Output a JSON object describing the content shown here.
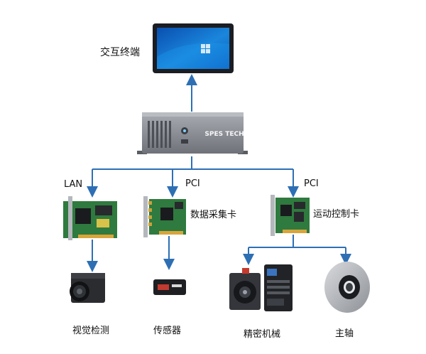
{
  "labels": {
    "terminal": "交互终端",
    "ipc_brand": "SPES TECH",
    "lan": "LAN",
    "pci_left": "PCI",
    "pci_right": "PCI",
    "daq": "数据采集卡",
    "motion": "运动控制卡",
    "vision": "视觉检测",
    "sensor": "传感器",
    "machine": "精密机械",
    "spindle": "主轴"
  },
  "colors": {
    "line": "#2e6fb4",
    "screen": "#1878d0",
    "chassis": "#8a8d93",
    "pcb": "#2f7a3e"
  }
}
